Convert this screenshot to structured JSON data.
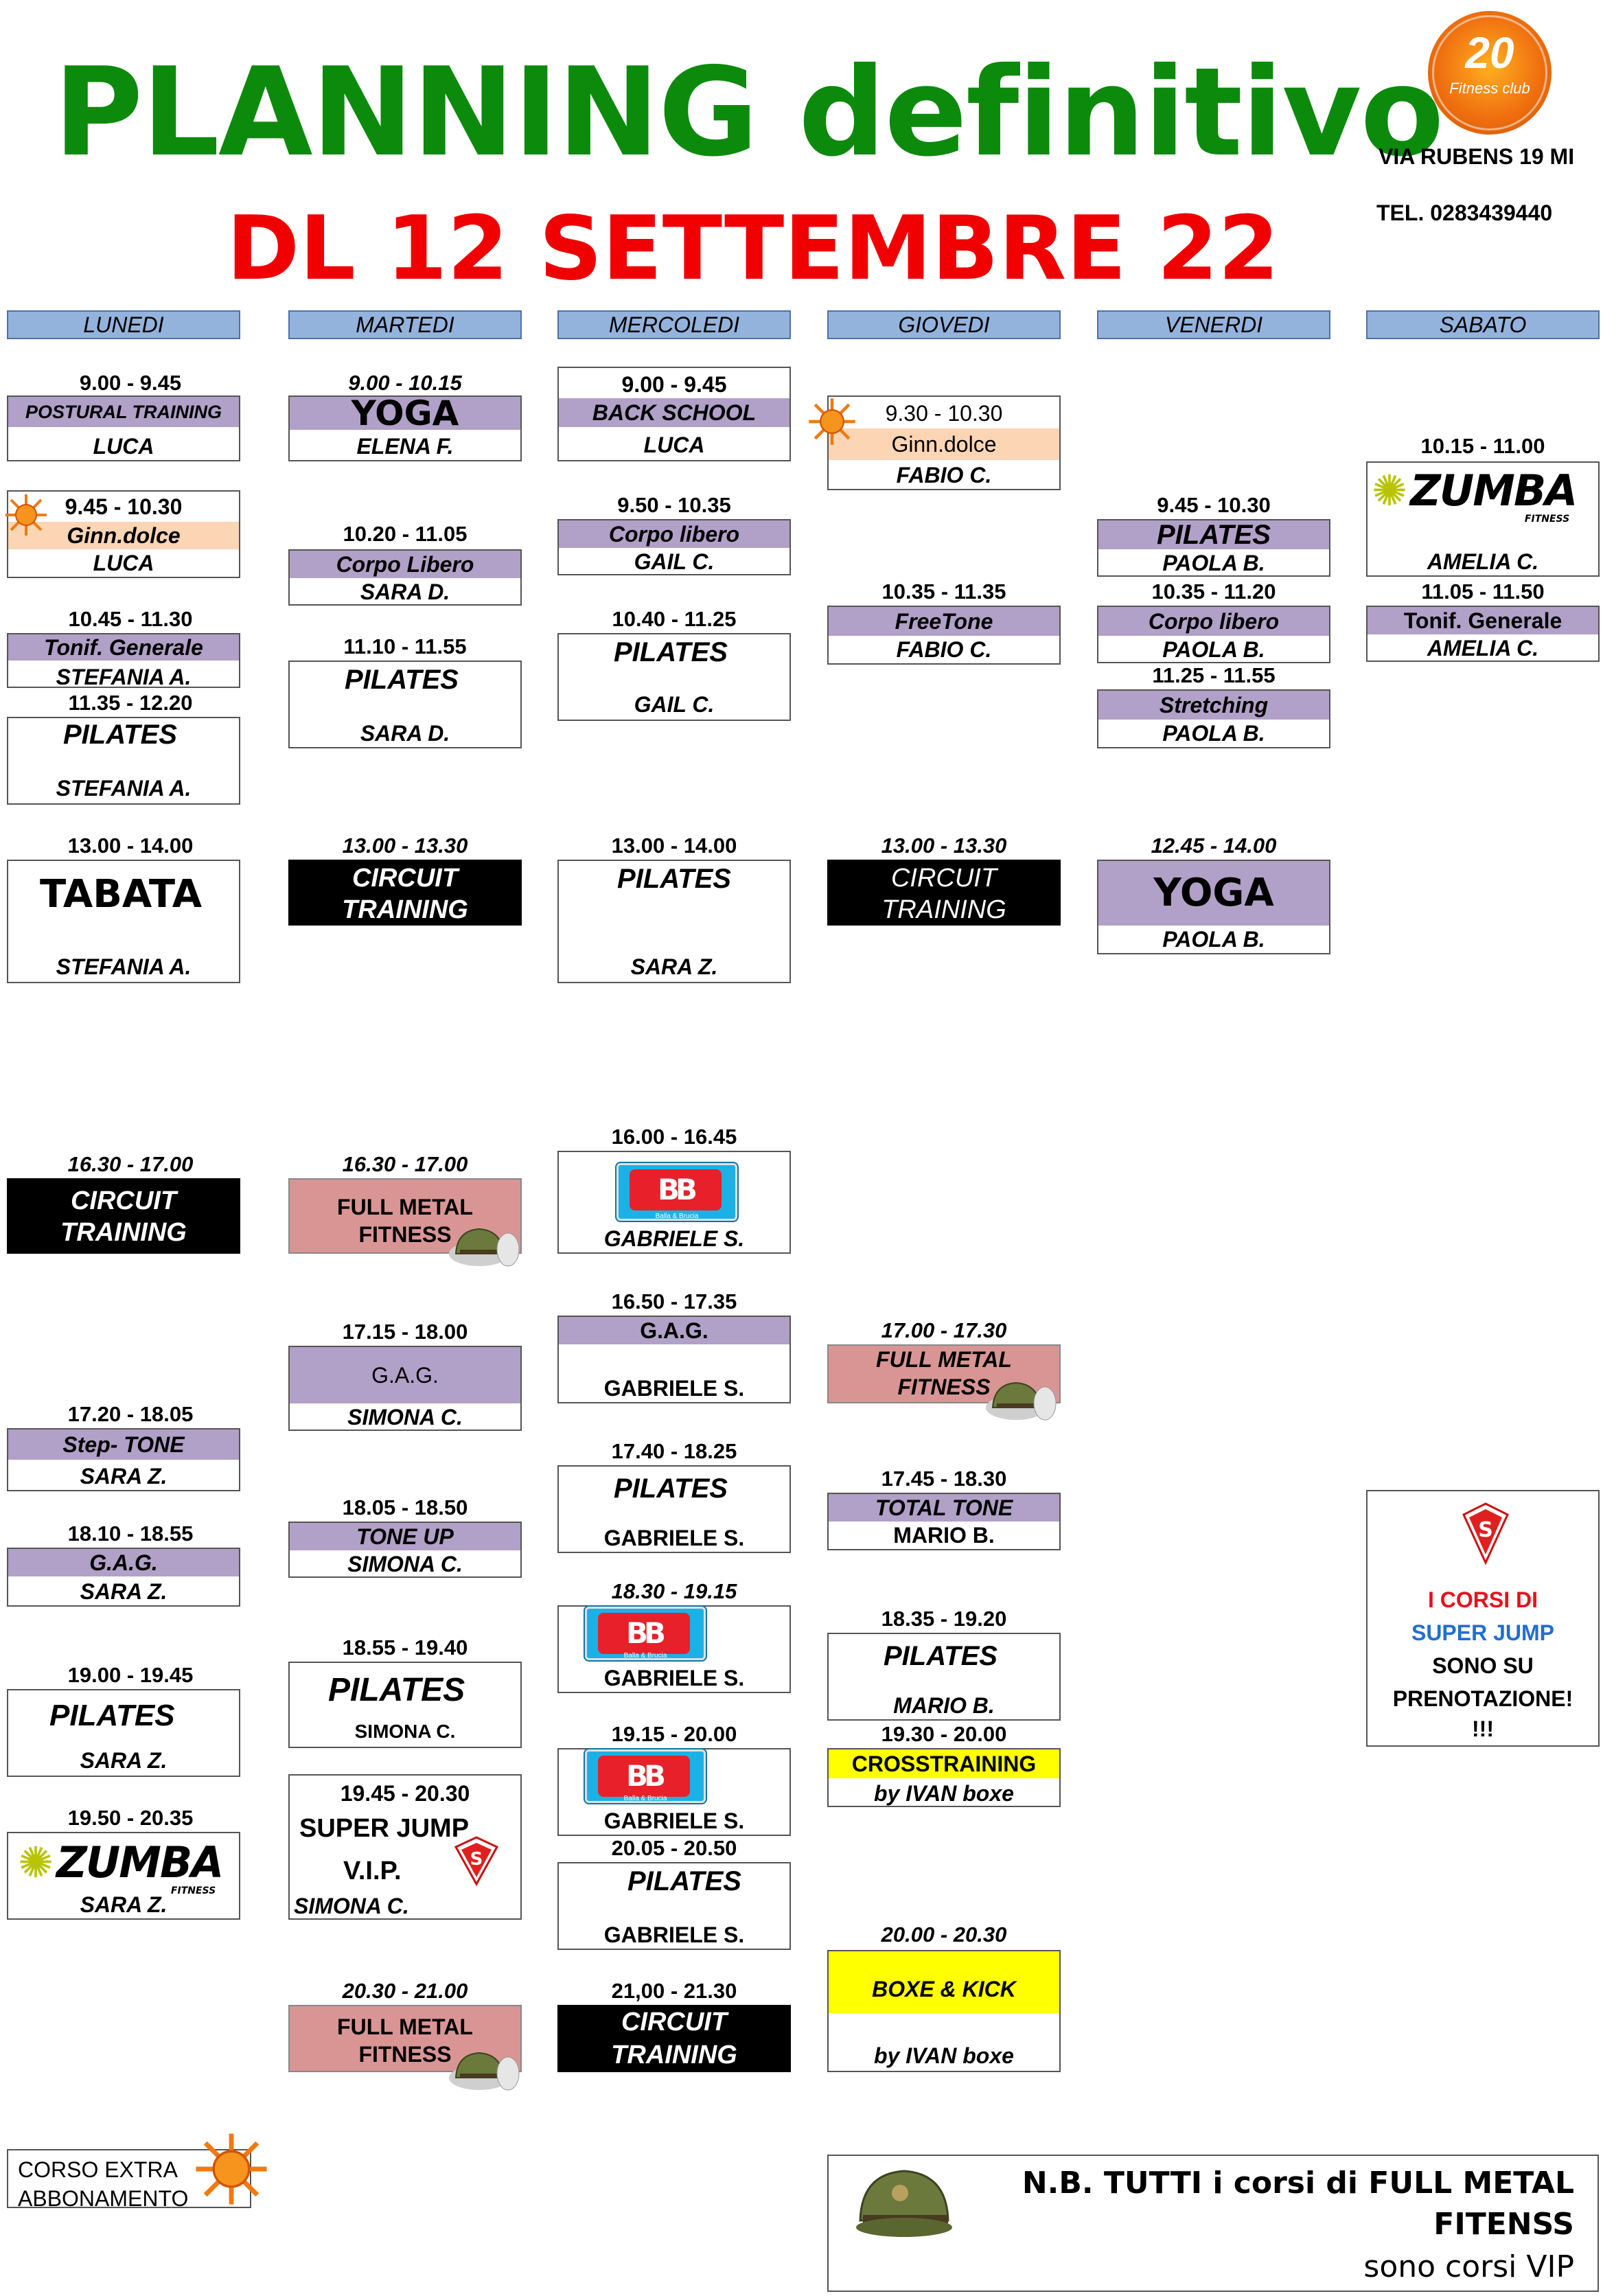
{
  "header": {
    "title": "PLANNING definitivo",
    "subtitle": "DL 12 SETTEMBRE 22",
    "logo_number": "20",
    "logo_text": "Fitness club",
    "address": "VIA RUBENS 19 MI",
    "phone": "TEL.   0283439440"
  },
  "days": [
    "LUNEDI",
    "MARTEDI",
    "MERCOLEDI",
    "GIOVEDI",
    "VENERDI",
    "SABATO"
  ],
  "lun": {
    "c1": {
      "time": "9.00 - 9.45",
      "name": "POSTURAL TRAINING",
      "teacher": "LUCA"
    },
    "c2": {
      "time": "9.45 - 10.30",
      "name": "Ginn.dolce",
      "teacher": "LUCA"
    },
    "c3": {
      "time": "10.45 - 11.30",
      "name": "Tonif. Generale",
      "teacher": "STEFANIA A."
    },
    "c4": {
      "time": "11.35 - 12.20",
      "name": "PILATES",
      "teacher": "STEFANIA A."
    },
    "c5": {
      "time": "13.00 - 14.00",
      "name": "TABATA",
      "teacher": "STEFANIA A."
    },
    "c6": {
      "time": "16.30 - 17.00",
      "name1": "CIRCUIT",
      "name2": "TRAINING"
    },
    "c7": {
      "time": "17.20 - 18.05",
      "name": "Step- TONE",
      "teacher": "SARA Z."
    },
    "c8": {
      "time": "18.10 - 18.55",
      "name": "G.A.G.",
      "teacher": "SARA Z."
    },
    "c9": {
      "time": "19.00 - 19.45",
      "name": "PILATES",
      "teacher": "SARA Z."
    },
    "c10": {
      "time": "19.50 - 20.35",
      "name": "ZUMBA",
      "fitness": "FITNESS",
      "teacher": "SARA Z."
    }
  },
  "mar": {
    "c1": {
      "time": "9.00 - 10.15",
      "name": "YOGA",
      "teacher": "ELENA F."
    },
    "c2": {
      "time": "10.20 - 11.05",
      "name": "Corpo Libero",
      "teacher": "SARA D."
    },
    "c3": {
      "time": "11.10 - 11.55",
      "name": "PILATES",
      "teacher": "SARA D."
    },
    "c4": {
      "time": "13.00 - 13.30",
      "name1": "CIRCUIT",
      "name2": "TRAINING"
    },
    "c5": {
      "time": "16.30 - 17.00",
      "name1": "FULL METAL",
      "name2": "FITNESS"
    },
    "c6": {
      "time": "17.15 - 18.00",
      "name": "G.A.G.",
      "teacher": "SIMONA C."
    },
    "c7": {
      "time": "18.05 - 18.50",
      "name": "TONE UP",
      "teacher": "SIMONA C."
    },
    "c8": {
      "time": "18.55 - 19.40",
      "name": "PILATES",
      "teacher": "SIMONA C."
    },
    "c9": {
      "time": "19.45 - 20.30",
      "name1": "SUPER JUMP",
      "name2": "V.I.P.",
      "teacher": "SIMONA C."
    },
    "c10": {
      "time": "20.30 - 21.00",
      "name1": "FULL METAL",
      "name2": "FITNESS"
    }
  },
  "mer": {
    "c1": {
      "time": "9.00 - 9.45",
      "name": "BACK SCHOOL",
      "teacher": "LUCA"
    },
    "c2": {
      "time": "9.50 - 10.35",
      "name": "Corpo libero",
      "teacher": "GAIL C."
    },
    "c3": {
      "time": "10.40 - 11.25",
      "name": "PILATES",
      "teacher": "GAIL C."
    },
    "c4": {
      "time": "13.00 - 14.00",
      "name": "PILATES",
      "teacher": "SARA Z."
    },
    "c5": {
      "time": "16.00 - 16.45",
      "teacher": "GABRIELE S."
    },
    "c6": {
      "time": "16.50 - 17.35",
      "name": "G.A.G.",
      "teacher": "GABRIELE S."
    },
    "c7": {
      "time": "17.40 - 18.25",
      "name": "PILATES",
      "teacher": "GABRIELE S."
    },
    "c8": {
      "time": "18.30 - 19.15",
      "teacher": "GABRIELE S."
    },
    "c9": {
      "time": "19.15 - 20.00",
      "teacher": "GABRIELE S."
    },
    "c10": {
      "time": "20.05 - 20.50",
      "name": "PILATES",
      "teacher": "GABRIELE S."
    },
    "c11": {
      "time": "21,00 - 21.30",
      "name1": "CIRCUIT",
      "name2": "TRAINING"
    }
  },
  "gio": {
    "c1": {
      "time": "9.30 - 10.30",
      "name": "Ginn.dolce",
      "teacher": "FABIO C."
    },
    "c2": {
      "time": "10.35 - 11.35",
      "name": "FreeTone",
      "teacher": "FABIO C."
    },
    "c3": {
      "time": "13.00 - 13.30",
      "name1": "CIRCUIT",
      "name2": "TRAINING"
    },
    "c4": {
      "time": "17.00 - 17.30",
      "name1": "FULL METAL",
      "name2": "FITNESS"
    },
    "c5": {
      "time": "17.45 - 18.30",
      "name": "TOTAL TONE",
      "teacher": "MARIO B."
    },
    "c6": {
      "time": "18.35 - 19.20",
      "name": "PILATES",
      "teacher": "MARIO B."
    },
    "c7": {
      "time": "19.30 - 20.00",
      "name": "CROSSTRAINING",
      "teacher": "by IVAN boxe"
    },
    "c8": {
      "time": "20.00 - 20.30",
      "name": "BOXE & KICK",
      "teacher": "by IVAN boxe"
    }
  },
  "ven": {
    "c1": {
      "time": "9.45 - 10.30",
      "name": "PILATES",
      "teacher": "PAOLA B."
    },
    "c2": {
      "time": "10.35 - 11.20",
      "name": "Corpo libero",
      "teacher": "PAOLA B."
    },
    "c3": {
      "time": "11.25 - 11.55",
      "name": "Stretching",
      "teacher": "PAOLA B."
    },
    "c4": {
      "time": "12.45 - 14.00",
      "name": "YOGA",
      "teacher": "PAOLA B."
    }
  },
  "sab": {
    "c1": {
      "time": "10.15 - 11.00",
      "name": "ZUMBA",
      "fitness": "FITNESS",
      "teacher": "AMELIA C."
    },
    "c2": {
      "time": "11.05 - 11.50",
      "name": "Tonif. Generale",
      "teacher": "AMELIA C."
    }
  },
  "brand": {
    "bb": "BB",
    "bb_sub": "Balla & Brucia"
  },
  "superjump_note": {
    "l1": "I CORSI DI",
    "l2": "SUPER JUMP",
    "l3": "SONO SU",
    "l4": "PRENOTAZIONE!",
    "l5": "!!!"
  },
  "legend": {
    "l1": "CORSO EXTRA",
    "l2": "ABBONAMENTO"
  },
  "note": {
    "l1": "N.B. TUTTI i corsi di FULL METAL",
    "l2": "FITENSS",
    "l3": "sono corsi VIP"
  },
  "colors": {
    "title": "#0c8a0c",
    "subtitle": "#f00000",
    "day_header": "#93b3dd",
    "lavender": "#b1a0c7",
    "peach": "#fcd5b4",
    "pink": "#d99594",
    "yellow": "#ffff00"
  }
}
